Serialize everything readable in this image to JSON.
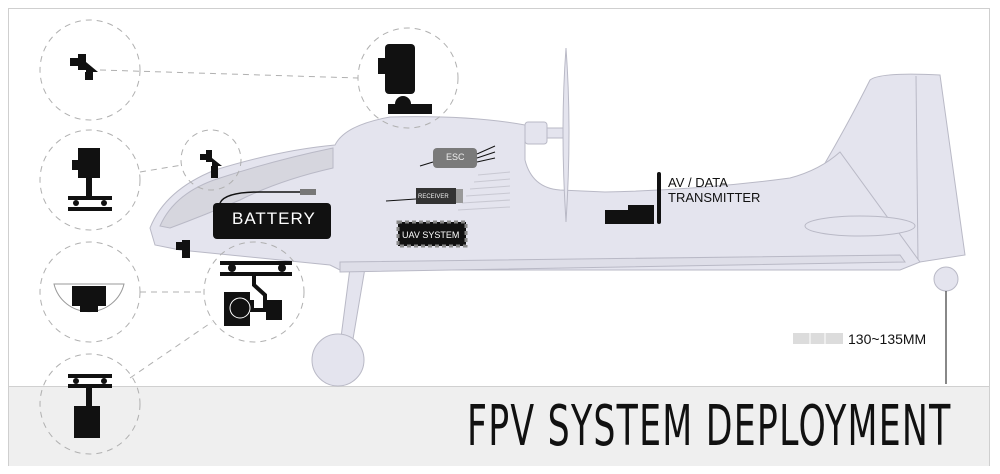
{
  "title": "FPV SYSTEM DEPLOYMENT",
  "labels": {
    "battery": "BATTERY",
    "esc": "ESC",
    "receiver": "RECEIVER",
    "uav_system": "UAV SYSTEM",
    "transmitter_line1": "AV / DATA",
    "transmitter_line2": "TRANSMITTER",
    "measurement": "130~135MM"
  },
  "colors": {
    "fuselage": "#e4e4ee",
    "outline": "#b9b9c6",
    "component": "#111111",
    "band": "#efefef",
    "esc": "#7a7a7a"
  },
  "camera_options": [
    {
      "name": "mini-pan-tilt-camera"
    },
    {
      "name": "rail-mounted-camera"
    },
    {
      "name": "dome-camera"
    },
    {
      "name": "hanging-gimbal-camera"
    },
    {
      "name": "two-axis-gimbal-camera"
    },
    {
      "name": "top-mounted-pan-camera"
    },
    {
      "name": "nose-pan-tilt-camera"
    }
  ]
}
